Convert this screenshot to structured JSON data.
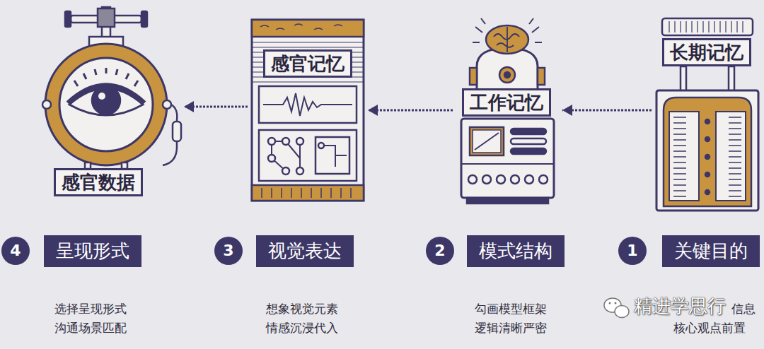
{
  "diagram": {
    "nodes": [
      {
        "text": [
          "感官数据"
        ]
      },
      {
        "text": [
          "感官记忆"
        ]
      },
      {
        "text": [
          "工作记忆"
        ]
      },
      {
        "text": [
          "长期记忆"
        ]
      },
      {
        "text": [
          "4"
        ]
      },
      {
        "text": [
          "呈现形式"
        ]
      },
      {
        "text": [
          "3"
        ]
      },
      {
        "text": [
          "视觉表达"
        ]
      },
      {
        "text": [
          "2"
        ]
      },
      {
        "text": [
          "模式结构"
        ]
      },
      {
        "text": [
          "1"
        ]
      },
      {
        "text": [
          "关键目的"
        ]
      }
    ],
    "edges": [
      {
        "from": 3,
        "to": 2,
        "arrow": "to"
      },
      {
        "from": 2,
        "to": 1,
        "arrow": "to"
      },
      {
        "from": 1,
        "to": 0,
        "arrow": "to"
      }
    ],
    "labels": [
      "选择呈现形式 沟通场景匹配",
      "想象视觉元素 情感沉浸代入",
      "勾画模型框架 逻辑清晰严密",
      "信息",
      "核心观点前置",
      "精进学思行"
    ]
  }
}
